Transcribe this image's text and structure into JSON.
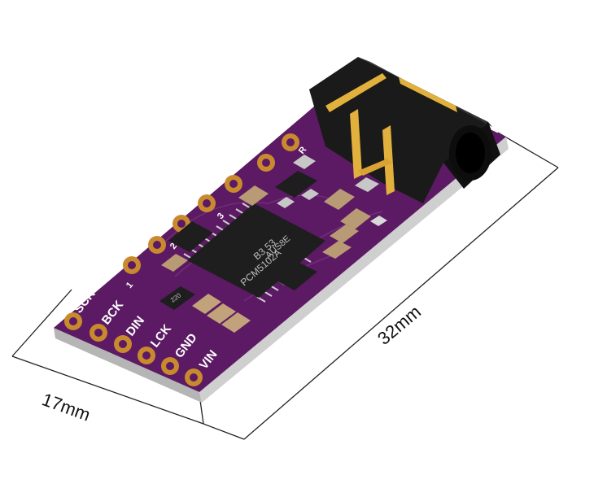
{
  "board": {
    "pins": [
      "SCK",
      "BCK",
      "DIN",
      "LCK",
      "GND",
      "VIN"
    ],
    "small_labels": [
      "1",
      "2",
      "3",
      "R"
    ],
    "chip": {
      "line1": "PCM5102A",
      "line2": "B3 53",
      "line3": "AUS8E"
    },
    "resistor_code": "220"
  },
  "dimensions": {
    "length": "32mm",
    "width": "17mm"
  },
  "colors": {
    "pcb": "#5b1a63",
    "pcb_edge": "#b7b7b7",
    "pad_gold": "#c98a2e",
    "jack": "#1a1a1a",
    "gold_contact": "#e2b03c"
  }
}
